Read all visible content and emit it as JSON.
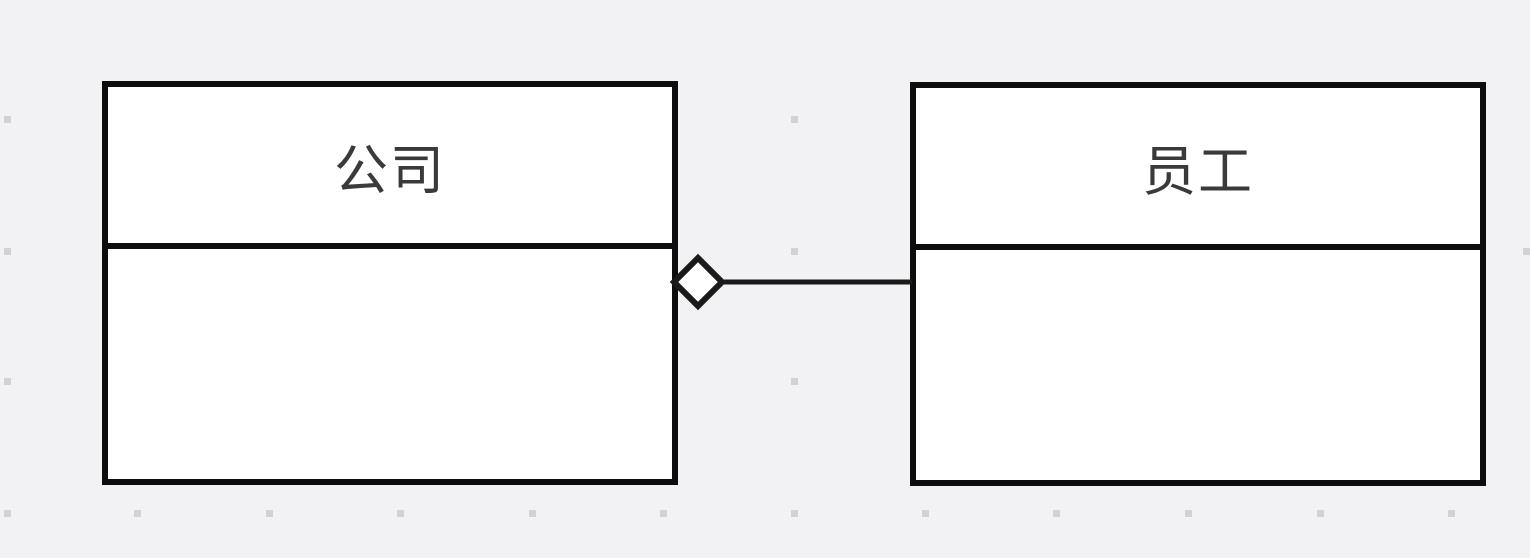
{
  "diagram": {
    "type": "uml-class-aggregation",
    "classes": [
      {
        "id": "company",
        "name": "公司"
      },
      {
        "id": "employee",
        "name": "员工"
      }
    ],
    "relationship": {
      "kind": "aggregation",
      "whole": "company",
      "part": "employee",
      "marker": "hollow-diamond"
    }
  },
  "colors": {
    "background": "#f2f2f4",
    "stroke": "#0d0d0d",
    "box_fill": "#ffffff",
    "text": "#3a3a3a",
    "grid_dot": "#d2d2d6"
  }
}
